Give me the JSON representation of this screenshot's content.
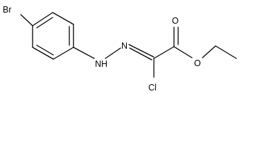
{
  "molecule": {
    "atoms": {
      "bromine": "Br",
      "hydrazone_n": "N",
      "amine_nh": "NH",
      "chlorine": "Cl",
      "carbonyl_o": "O",
      "ester_o": "O"
    }
  }
}
